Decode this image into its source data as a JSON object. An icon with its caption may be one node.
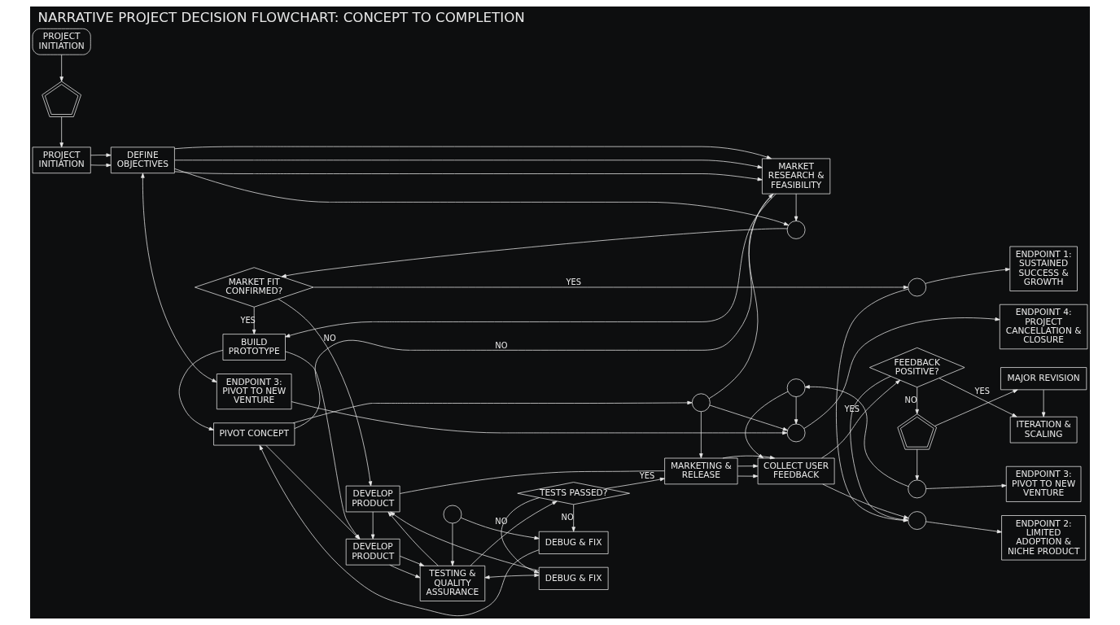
{
  "diagram": {
    "title": "NARRATIVE PROJECT DECISION FLOWCHART: CONCEPT TO COMPLETION",
    "nodes": [
      {
        "text": [
          "PROJECT INITIATION"
        ]
      },
      {
        "text": [
          "ENDPOINT 1: SUSTAINED SUCCESS & GROWTH"
        ]
      },
      {
        "text": [],
        "shape": "circle"
      },
      {
        "text": [],
        "shape": "pentagon"
      },
      {
        "text": [
          "MARKET FIT CONFIRMED?"
        ]
      },
      {
        "text": [
          "DEVELOP PRODUCT"
        ]
      },
      {
        "text": [
          "DEBUG & FIX"
        ]
      },
      {
        "text": [],
        "shape": "circle"
      },
      {
        "text": [],
        "shape": "circle"
      },
      {
        "text": [
          "ENDPOINT 2: LIMITED ADOPTION & NICHE PRODUCT"
        ]
      },
      {
        "text": [
          "PROJECT INITIATION"
        ]
      },
      {
        "text": [
          "DEFINE OBJECTIVES"
        ]
      },
      {
        "text": [
          "MARKET RESEARCH & FEASIBILITY"
        ]
      },
      {
        "text": [
          "BUILD PROTOTYPE"
        ]
      },
      {
        "text": [
          "DEVELOP PRODUCT"
        ]
      },
      {
        "text": [
          "TESTING & QUALITY ASSURANCE"
        ]
      },
      {
        "text": [
          "TESTS PASSED?"
        ]
      },
      {
        "text": [
          "MARKETING & RELEASE"
        ]
      },
      {
        "text": [
          "COLLECT USER FEEDBACK"
        ]
      },
      {
        "text": [
          "FEEDBACK POSITIVE?"
        ]
      },
      {
        "text": [
          "ITERATION & SCALING"
        ]
      },
      {
        "text": [
          "PIVOT CONCEPT"
        ]
      },
      {
        "text": [],
        "shape": "circle"
      },
      {
        "text": [
          "DEBUG & FIX"
        ]
      },
      {
        "text": [],
        "shape": "pentagon"
      },
      {
        "text": [
          "MAJOR REVISION"
        ]
      },
      {
        "text": [],
        "shape": "circle"
      },
      {
        "text": [],
        "shape": "circle"
      },
      {
        "text": [
          "ENDPOINT 3: PIVOT TO NEW VENTURE"
        ]
      },
      {
        "text": [],
        "shape": "circle"
      },
      {
        "text": [
          "ENDPOINT 3: PIVOT TO NEW VENTURE"
        ]
      },
      {
        "text": [],
        "shape": "circle"
      },
      {
        "text": [
          "ENDPOINT 4: PROJECT CANCELLATION & CLOSURE"
        ]
      }
    ],
    "edges": [
      {
        "from": 0,
        "to": 3,
        "arrow": "to"
      },
      {
        "from": 3,
        "to": 10,
        "arrow": "to"
      },
      {
        "from": 10,
        "to": 11,
        "arrow": "to"
      },
      {
        "from": 10,
        "to": 11,
        "arrow": "to"
      },
      {
        "from": 11,
        "to": 12,
        "arrow": "to"
      },
      {
        "from": 11,
        "to": 12,
        "arrow": "to"
      },
      {
        "from": 11,
        "to": 12,
        "arrow": "to"
      },
      {
        "from": 11,
        "to": 7,
        "arrow": "to"
      },
      {
        "from": 12,
        "to": 7,
        "arrow": "to"
      },
      {
        "from": 7,
        "to": 4,
        "arrow": "to"
      },
      {
        "from": 4,
        "to": 2,
        "label": "YES",
        "arrow": "to"
      },
      {
        "from": 4,
        "to": 5,
        "label": "NO",
        "arrow": "to"
      },
      {
        "from": 4,
        "to": 13,
        "label": "YES",
        "arrow": "to"
      },
      {
        "from": 12,
        "to": 13,
        "arrow": "to"
      },
      {
        "from": 12,
        "to": 21,
        "label": "NO",
        "arrow": "none"
      },
      {
        "from": 13,
        "to": 14,
        "arrow": "to"
      },
      {
        "from": 13,
        "to": 21,
        "arrow": "to"
      },
      {
        "from": 21,
        "to": 14,
        "arrow": "to"
      },
      {
        "from": 5,
        "to": 14,
        "arrow": "to"
      },
      {
        "from": 5,
        "to": 17,
        "arrow": "none"
      },
      {
        "from": 6,
        "to": 5,
        "arrow": "to"
      },
      {
        "from": 15,
        "to": 5,
        "arrow": "to"
      },
      {
        "from": 14,
        "to": 15,
        "arrow": "to"
      },
      {
        "from": 14,
        "to": 15,
        "arrow": "to"
      },
      {
        "from": 15,
        "to": 6,
        "arrow": "both"
      },
      {
        "from": 15,
        "to": 16,
        "arrow": "to"
      },
      {
        "from": 16,
        "to": 6,
        "label": "NO",
        "arrow": "to"
      },
      {
        "from": 16,
        "to": 23,
        "label": "NO",
        "arrow": "to"
      },
      {
        "from": 16,
        "to": 17,
        "label": "YES",
        "arrow": "to"
      },
      {
        "from": 22,
        "to": 15,
        "arrow": "to"
      },
      {
        "from": 22,
        "to": 23,
        "arrow": "to"
      },
      {
        "from": 23,
        "to": 21,
        "arrow": "to"
      },
      {
        "from": 21,
        "to": 29,
        "arrow": "to"
      },
      {
        "from": 29,
        "to": 12,
        "arrow": "to"
      },
      {
        "from": 29,
        "to": 17,
        "arrow": "to"
      },
      {
        "from": 29,
        "to": 31,
        "arrow": "to"
      },
      {
        "from": 11,
        "to": 30,
        "arrow": "both"
      },
      {
        "from": 30,
        "to": 31,
        "arrow": "to"
      },
      {
        "from": 17,
        "to": 18,
        "arrow": "to"
      },
      {
        "from": 17,
        "to": 18,
        "arrow": "to"
      },
      {
        "from": 17,
        "to": 18,
        "arrow": "to"
      },
      {
        "from": 18,
        "to": 8,
        "arrow": "to"
      },
      {
        "from": 18,
        "to": 19,
        "arrow": "to"
      },
      {
        "from": 19,
        "to": 20,
        "label": "YES",
        "arrow": "to"
      },
      {
        "from": 19,
        "to": 8,
        "label": "YES",
        "arrow": "to"
      },
      {
        "from": 19,
        "to": 24,
        "label": "NO",
        "arrow": "to"
      },
      {
        "from": 24,
        "to": 25,
        "arrow": "to"
      },
      {
        "from": 25,
        "to": 20,
        "arrow": "to"
      },
      {
        "from": 24,
        "to": 27,
        "arrow": "to"
      },
      {
        "from": 27,
        "to": 28,
        "arrow": "to"
      },
      {
        "from": 27,
        "to": 26,
        "arrow": "to"
      },
      {
        "from": 26,
        "to": 18,
        "arrow": "to"
      },
      {
        "from": 26,
        "to": 31,
        "arrow": "to"
      },
      {
        "from": 31,
        "to": 32,
        "arrow": "to"
      },
      {
        "from": 2,
        "to": 1,
        "arrow": "to"
      },
      {
        "from": 2,
        "to": 8,
        "arrow": "to"
      },
      {
        "from": 8,
        "to": 9,
        "arrow": "to"
      }
    ]
  }
}
